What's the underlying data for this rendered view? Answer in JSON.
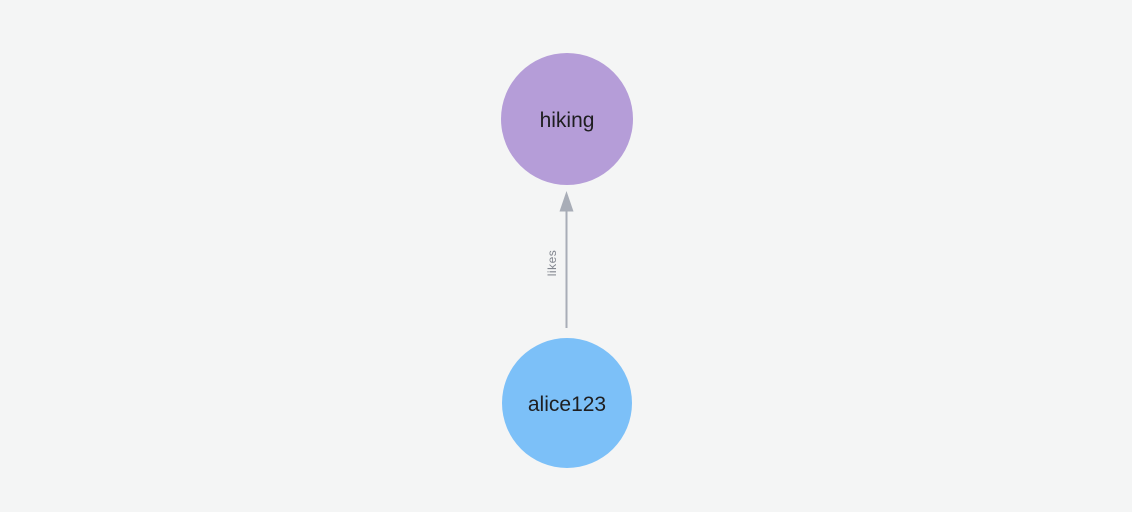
{
  "canvas": {
    "background": "#F4F5F5"
  },
  "graph": {
    "nodes": [
      {
        "id": "hiking",
        "label": "hiking",
        "fill": "#B59DD8",
        "label_color": "#1E1E20"
      },
      {
        "id": "alice123",
        "label": "alice123",
        "fill": "#7CC0F8",
        "label_color": "#1E1E20"
      }
    ],
    "edge": {
      "label": "likes",
      "from": "alice123",
      "to": "hiking",
      "direction": "up",
      "stroke": "#A8ADB7",
      "label_color": "#82868F"
    }
  }
}
